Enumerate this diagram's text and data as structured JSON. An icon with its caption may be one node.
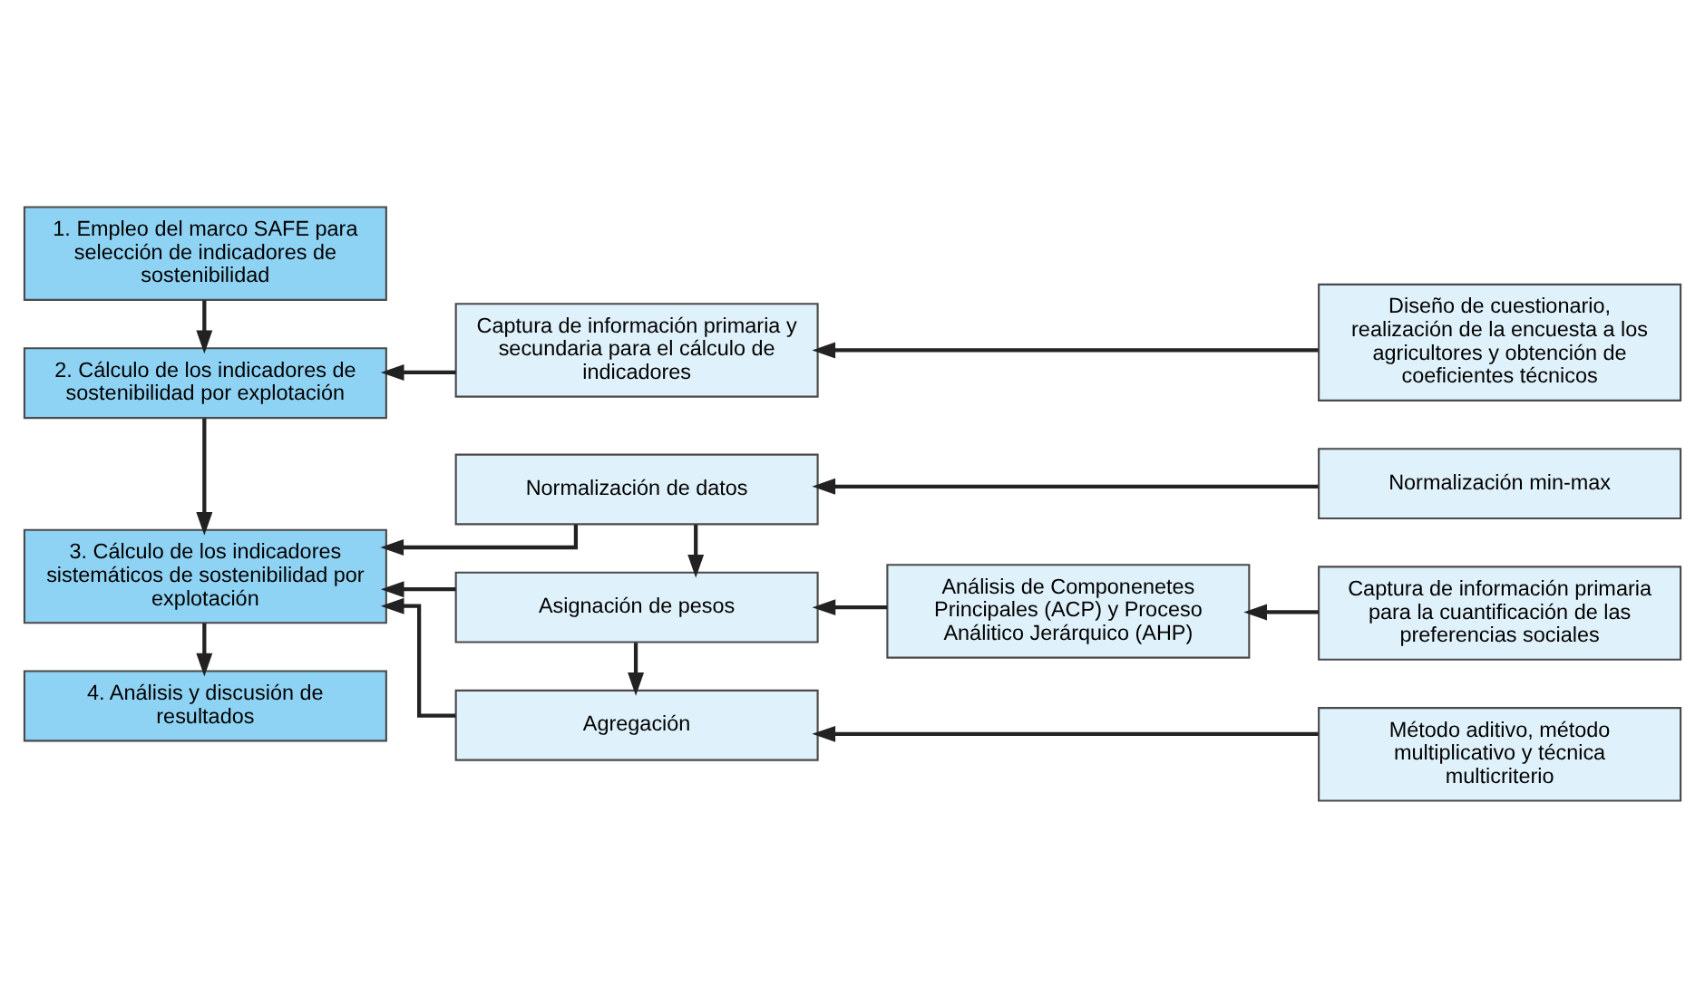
{
  "diagram": {
    "nodes": [
      {
        "text": [
          "1. Empleo del marco SAFE para selección de indicadores de sostenibilidad"
        ]
      },
      {
        "text": [
          "2. Cálculo de los indicadores de sostenibilidad por explotación"
        ]
      },
      {
        "text": [
          "Captura de información primaria y secundaria para el cálculo de indicadores"
        ]
      },
      {
        "text": [
          "Diseño de cuestionario, realización de la encuesta a los agricultores y obtención de coeficientes técnicos"
        ]
      },
      {
        "text": [
          "Normalización de datos"
        ]
      },
      {
        "text": [
          "Normalización min-max"
        ]
      },
      {
        "text": [
          "3. Cálculo de los indicadores sistemáticos de sostenibilidad por explotación"
        ]
      },
      {
        "text": [
          "Asignación de pesos"
        ]
      },
      {
        "text": [
          "Análisis de Componenetes Principales (ACP) y Proceso Análitico Jerárquico (AHP)"
        ]
      },
      {
        "text": [
          "Captura de información primaria para la cuantificación de las preferencias sociales"
        ]
      },
      {
        "text": [
          "Agregación"
        ]
      },
      {
        "text": [
          "Método aditivo, método multiplicativo y técnica multicriterio"
        ]
      },
      {
        "text": [
          "4. Análisis y discusión de resultados"
        ]
      }
    ],
    "edges": [
      {
        "from": 0,
        "to": 1,
        "arrow": "to"
      },
      {
        "from": 3,
        "to": 2,
        "arrow": "to"
      },
      {
        "from": 2,
        "to": 1,
        "arrow": "to"
      },
      {
        "from": 1,
        "to": 6,
        "arrow": "to"
      },
      {
        "from": 5,
        "to": 4,
        "arrow": "to"
      },
      {
        "from": 4,
        "to": 7,
        "arrow": "to"
      },
      {
        "from": 9,
        "to": 8,
        "arrow": "to"
      },
      {
        "from": 8,
        "to": 7,
        "arrow": "to"
      },
      {
        "from": 7,
        "to": 10,
        "arrow": "to"
      },
      {
        "from": 11,
        "to": 10,
        "arrow": "to"
      },
      {
        "from": 4,
        "to": 6,
        "arrow": "to"
      },
      {
        "from": 7,
        "to": 6,
        "arrow": "to"
      },
      {
        "from": 10,
        "to": 6,
        "arrow": "to"
      },
      {
        "from": 6,
        "to": 12,
        "arrow": "to"
      }
    ]
  }
}
